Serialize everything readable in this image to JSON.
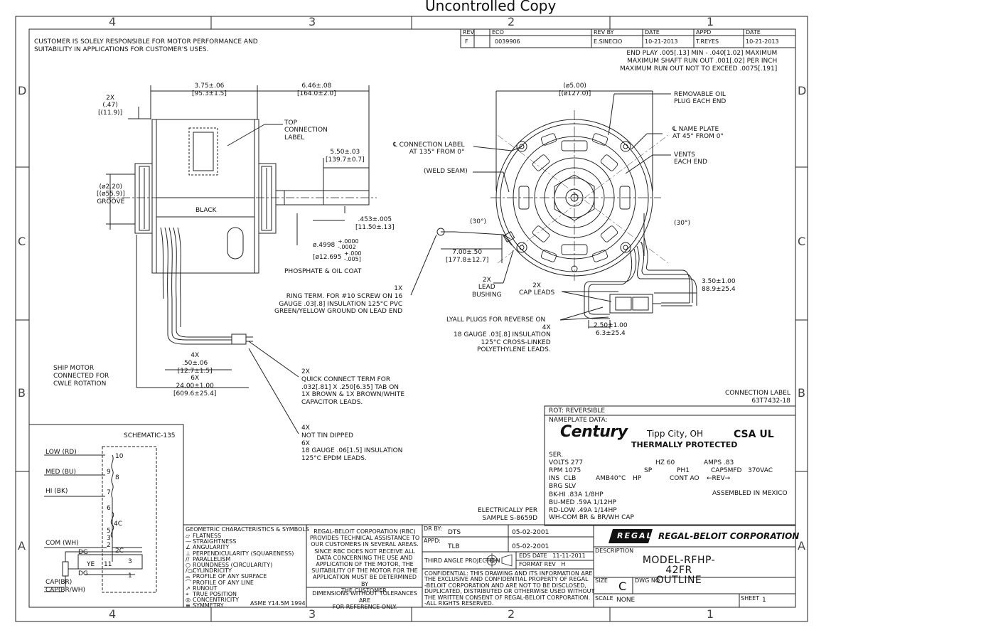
{
  "header": {
    "title": "Uncontrolled Copy"
  },
  "zones": {
    "top": [
      "4",
      "3",
      "2",
      "1"
    ],
    "bottom": [
      "4",
      "3",
      "2",
      "1"
    ],
    "left": [
      "D",
      "C",
      "B",
      "A"
    ],
    "right": [
      "D",
      "C",
      "B",
      "A"
    ]
  },
  "notes": {
    "customer": "CUSTOMER IS SOLELY RESPONSIBLE FOR MOTOR PERFORMANCE AND\nSUITABILITY IN APPLICATIONS FOR CUSTOMER'S USES.",
    "endplay": "END PLAY .005[.13] MIN - .040[1.02] MAXIMUM\nMAXIMUM SHAFT RUN OUT .001[.02] PER INCH\nMAXIMUM RUN OUT NOT TO EXCEED .0075[.191]"
  },
  "revision": {
    "headers": [
      "REV",
      "ECO",
      "REV BY",
      "DATE",
      "APPD",
      "DATE"
    ],
    "values": [
      "F",
      "0039906",
      "E.SINECIO",
      "10-21-2013",
      "T.REYES",
      "10-21-2013"
    ]
  },
  "side_view": {
    "dim_2x": "2X\n(.47)\n[(11.9)]",
    "dim_375": "3.75±.06\n[95.3±1.5]",
    "dim_646": "6.46±.08\n[164.0±2.0]",
    "top_conn": "TOP\nCONNECTION\nLABEL",
    "dim_550": "5.50±.03\n[139.7±0.7]",
    "groove": "(ø2.20)\n[(ø55.9)]\nGROOVE",
    "black": "BLACK",
    "dim_453": ".453±.005\n[11.50±.13]",
    "shaft_in": "ø.4998",
    "shaft_in_tol": "+.0000\n-.0002",
    "shaft_mm": "[ø12.695",
    "shaft_mm_tol": "+.000\n-.005]",
    "phosphate": "PHOSPHATE & OIL COAT",
    "ring_term": "1X\nRING TERM. FOR #10 SCREW ON 16\nGAUGE .03[.8] INSULATION 125°C PVC\nGREEN/YELLOW GROUND ON LEAD END",
    "lead_4x": "4X\n.50±.06\n[12.7±1.5]\n6X\n24.00±1.00\n[609.6±25.4]",
    "ship": "SHIP MOTOR\nCONNECTED FOR\nCWLE ROTATION",
    "quick_connect": "2X\nQUICK CONNECT TERM FOR\n.032[.81] X .250[6.35] TAB ON\n1X BROWN & 1X BROWN/WHITE\nCAPACITOR LEADS.",
    "not_tin": "4X\nNOT TIN DIPPED\n6X\n18 GAUGE .06[1.5] INSULATION\n125°C EPDM LEADS."
  },
  "end_view": {
    "dim_500": "(ø5.00)\n[(ø127.0)]",
    "oil_plug": "REMOVABLE OIL\nPLUG EACH END",
    "conn_label": "℄ CONNECTION LABEL\nAT 135° FROM 0°",
    "name_plate": "℄ NAME PLATE\nAT 45° FROM 0°",
    "vents": "VENTS\nEACH END",
    "weld": "(WELD SEAM)",
    "angle_left": "(30°)",
    "angle_right": "(30°)",
    "dim_700": "7.00±.50\n[177.8±12.7]",
    "lead_bushing": "2X\nLEAD\nBUSHING",
    "cap_leads": "2X\nCAP LEADS",
    "dim_350": "3.50±1.00\n88.9±25.4",
    "lyall": "LYALL PLUGS FOR REVERSE ON",
    "insulation_18": "4X\n18 GAUGE .03[.8] INSULATION\n125°C CROSS-LINKED\nPOLYETHYLENE LEADS.",
    "dim_250": "2.50±1.00\n6.3±25.4",
    "connection_label": "CONNECTION LABEL\n63T7432-18"
  },
  "schematic": {
    "title": "SCHEMATIC-135",
    "leads": [
      "LOW (RD)",
      "MED (BU)",
      "HI (BK)",
      "COM (WH)",
      "CAP(BR)",
      "CAP(BR/WH)"
    ],
    "pins": [
      "10",
      "9",
      "8",
      "7",
      "6",
      "5",
      "4C",
      "3",
      "2",
      "2C",
      "11",
      "3",
      "1"
    ],
    "dg": [
      "DG",
      "DG",
      "YE"
    ]
  },
  "nameplate": {
    "rot": "ROT: REVERSIBLE",
    "title": "NAMEPLATE DATA:",
    "brand": "Century",
    "city": "Tipp City, OH",
    "protected": "THERMALLY PROTECTED",
    "cert": "CSA UL",
    "ser": "SER.",
    "volts": "VOLTS 277",
    "hz": "HZ 60",
    "amps": "AMPS .83",
    "rpm": "RPM 1075",
    "sp": "SP",
    "ph": "PH1",
    "cap": "CAP5MFD",
    "vac": "370VAC",
    "ins": "INS  CLB",
    "amb": "AMB40°C",
    "hp": "HP",
    "cont": "CONT AO",
    "rev": "←REV→",
    "brg": "BRG SLV",
    "speeds": "BK-HI .83A 1/8HP\nBU-MED .59A 1/12HP\nRD-LOW .49A 1/14HP\nWH-COM BR & BR/WH CAP",
    "assembled": "ASSEMBLED IN MEXICO",
    "elec": "ELECTRICALLY PER\nSAMPLE S-8659D"
  },
  "gdt": {
    "title": "GEOMETRIC CHARACTERISTICS & SYMBOLS",
    "items": [
      "FLATNESS",
      "STRAIGHTNESS",
      "ANGULARITY",
      "PERPENDICULARITY (SQUARENESS)",
      "PARALLELISM",
      "ROUNDNESS (CIRCULARITY)",
      "CYLINDRICITY",
      "PROFILE OF ANY SURFACE",
      "PROFILE OF ANY LINE",
      "RUNOUT",
      "TRUE POSITION",
      "CONCENTRICITY",
      "SYMMETRY"
    ],
    "symbols": [
      "▱",
      "—",
      "∠",
      "⊥",
      "//",
      "○",
      "/○/",
      "⌓",
      "⌒",
      "↗",
      "⌖",
      "◎",
      "≡"
    ],
    "std": "ASME Y14.5M 1994"
  },
  "title_block": {
    "rbc_note": "REGAL-BELOIT CORPORATION (RBC)\nPROVIDES TECHNICAL ASSISTANCE TO\nOUR CUSTOMERS IN SEVERAL AREAS.\nSINCE RBC DOES NOT RECEIVE ALL\nDATA CONCERNING THE USE AND\nAPPLICATION OF THE MOTOR, THE\nSUITABILITY OF THE MOTOR FOR THE\nAPPLICATION MUST BE DETERMINED BY\nTHE CUSTOMER.",
    "tolerance": "DIMENSIONS WITHOUT TOLERANCES ARE\nFOR REFERENCE ONLY.",
    "dr_by_label": "DR BY:",
    "dr_by": "DTS",
    "dr_date": "05-02-2001",
    "appd_label": "APPD:",
    "appd": "TLB",
    "appd_date": "05-02-2001",
    "projection": "THIRD ANGLE PROJECTION",
    "eds_date": "EDS DATE   11-11-2011",
    "format_rev": "FORMAT REV   H",
    "confidential": "CONFIDENTIAL: THIS DRAWING AND ITS INFORMATION ARE\nTHE EXCLUSIVE AND CONFIDENTIAL PROPERTY OF REGAL\n-BELOIT CORPORATION AND ARE NOT TO BE DISCLOSED,\nDUPLICATED, DISTRIBUTED OR OTHERWISE USED WITHOUT\nTHE WRITTEN CONSENT OF REGAL-BELOIT CORPORATION.\n-ALL RIGHTS RESERVED.",
    "regal_logo": "REGAL",
    "company": "REGAL-BELOIT CORPORATION",
    "desc_label": "DESCRIPTION",
    "desc": "MODEL-RFHP-42FR\nOUTLINE",
    "size_label": "SIZE",
    "size": "C",
    "dwg_label": "DWG NO",
    "scale_label": "SCALE",
    "scale": "NONE",
    "sheet_label": "SHEET",
    "sheet": "1"
  }
}
